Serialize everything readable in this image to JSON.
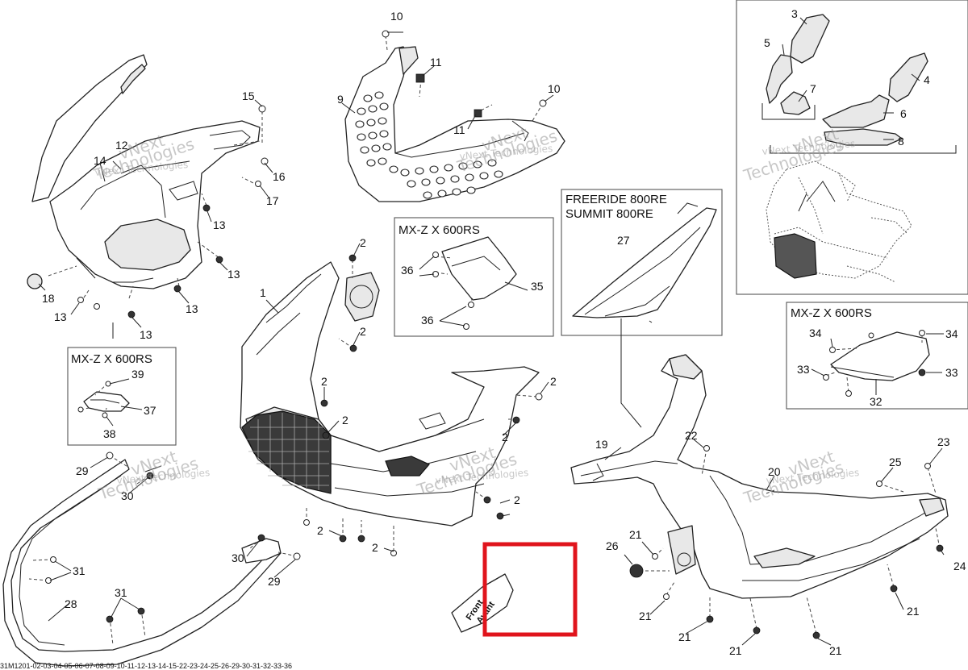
{
  "boxes": {
    "mxz_top": "MX-Z X 600RS",
    "freeride_line1": "FREERIDE 800RE",
    "freeride_line2": "SUMMIT 800RE",
    "mxz_left": "MX-Z X 600RS",
    "mxz_right": "MX-Z X 600RS"
  },
  "front_label": {
    "line1": "Front",
    "line2": "Avant"
  },
  "watermark": {
    "line1": "vNext",
    "line2": "Technologies",
    "inline": "vNext Technologies"
  },
  "footer_code": "31M1201-02-03-04-05-06-07-08-09-10-11-12-13-14-15-22-23-24-25-26-29-30-31-32-33-36",
  "callouts": {
    "c1": "1",
    "c2a": "2",
    "c2b": "2",
    "c2c": "2",
    "c2d": "2",
    "c2e": "2",
    "c2f": "2",
    "c2g": "2",
    "c2h": "2",
    "c2i": "2",
    "c3": "3",
    "c4": "4",
    "c5": "5",
    "c6": "6",
    "c7": "7",
    "c8": "8",
    "c9": "9",
    "c10a": "10",
    "c10b": "10",
    "c11a": "11",
    "c11b": "11",
    "c12": "12",
    "c13a": "13",
    "c13b": "13",
    "c13c": "13",
    "c13d": "13",
    "c13e": "13",
    "c14": "14",
    "c15": "15",
    "c16": "16",
    "c17": "17",
    "c18": "18",
    "c19": "19",
    "c20": "20",
    "c21a": "21",
    "c21b": "21",
    "c21c": "21",
    "c21d": "21",
    "c21e": "21",
    "c21f": "21",
    "c22": "22",
    "c23": "23",
    "c24": "24",
    "c25": "25",
    "c26": "26",
    "c27": "27",
    "c28": "28",
    "c29a": "29",
    "c29b": "29",
    "c30a": "30",
    "c30b": "30",
    "c31a": "31",
    "c31b": "31",
    "c32": "32",
    "c33a": "33",
    "c33b": "33",
    "c34a": "34",
    "c34b": "34",
    "c35": "35",
    "c36a": "36",
    "c36b": "36",
    "c37": "37",
    "c38": "38",
    "c39": "39"
  },
  "colors": {
    "highlight": "#e0141c",
    "line": "#222222",
    "watermark": "#9a9a9a"
  }
}
